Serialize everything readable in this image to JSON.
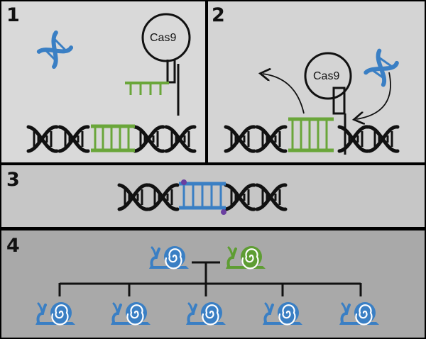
{
  "steps": [
    {
      "number": "1"
    },
    {
      "number": "2"
    },
    {
      "number": "3"
    },
    {
      "number": "4"
    }
  ],
  "protein_label": "Cas9",
  "colors": {
    "dna_black": "#111111",
    "guide_green": "#6aa63a",
    "repair_blue": "#3a7fc4",
    "marker_purple": "#6a3fa0",
    "snail_blue": "#3a7fc4",
    "snail_green": "#5e9d33",
    "panel1_bg": "#d9d9d9",
    "panel2_bg": "#d4d4d4",
    "panel3_bg": "#c6c6c6",
    "panel4_bg": "#a9a9a9"
  },
  "icons": [
    "dna-helix-icon",
    "arrow-icon",
    "snail-icon"
  ],
  "offspring_count": 5
}
